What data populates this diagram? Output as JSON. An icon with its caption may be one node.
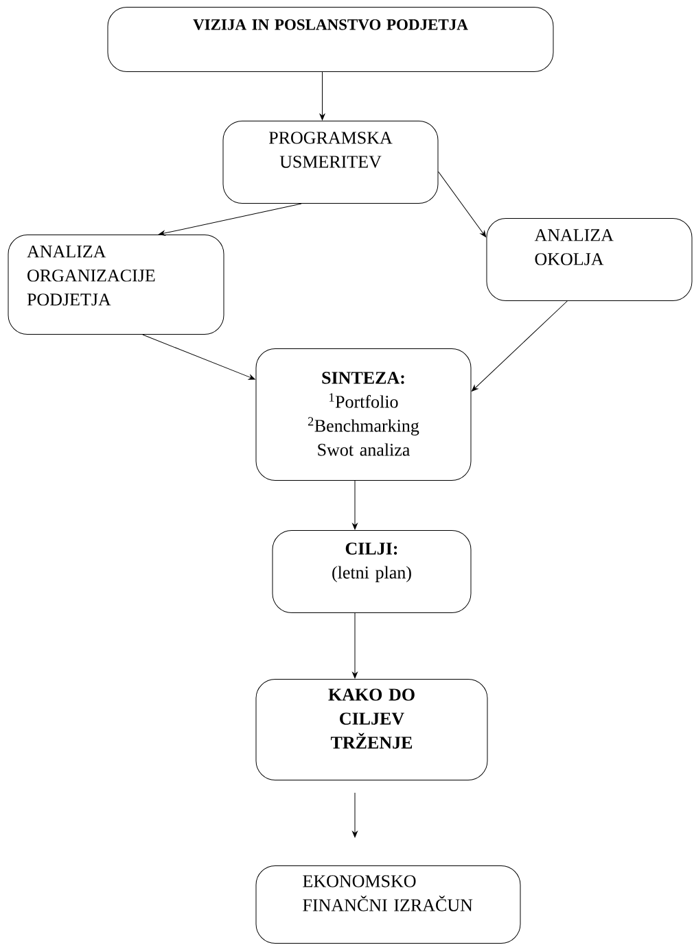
{
  "diagram": {
    "nodes": [
      {
        "text": [
          "VIZIJA IN POSLANSTVO PODJETJA"
        ]
      },
      {
        "text": [
          "PROGRAMSKA USMERITEV"
        ]
      },
      {
        "text": [
          "ANALIZA ORGANIZACIJE PODJETJA"
        ]
      },
      {
        "text": [
          "ANALIZA OKOLJA"
        ]
      },
      {
        "text": [
          "SINTEZA:",
          "$^{1}$Portfolio",
          "$^{2}$Benchmarking",
          "Swot analiza"
        ]
      },
      {
        "text": [
          "CILJI:",
          "(letni plan)"
        ]
      },
      {
        "text": [
          "KAKO DO CILJEV TRŽENJE"
        ]
      },
      {
        "text": [
          "EKONOMSKO FINANČNI IZRAČUN"
        ]
      }
    ],
    "edges": [
      {
        "from": 0,
        "to": 1,
        "arrow": "to"
      },
      {
        "from": 1,
        "to": 2,
        "arrow": "to"
      },
      {
        "from": 1,
        "to": 3,
        "arrow": "to"
      },
      {
        "from": 2,
        "to": 4,
        "arrow": "to"
      },
      {
        "from": 3,
        "to": 4,
        "arrow": "to"
      },
      {
        "from": 4,
        "to": 5,
        "arrow": "to"
      },
      {
        "from": 5,
        "to": 6,
        "arrow": "to"
      },
      {
        "from": 6,
        "to": 7,
        "arrow": "to"
      }
    ]
  }
}
